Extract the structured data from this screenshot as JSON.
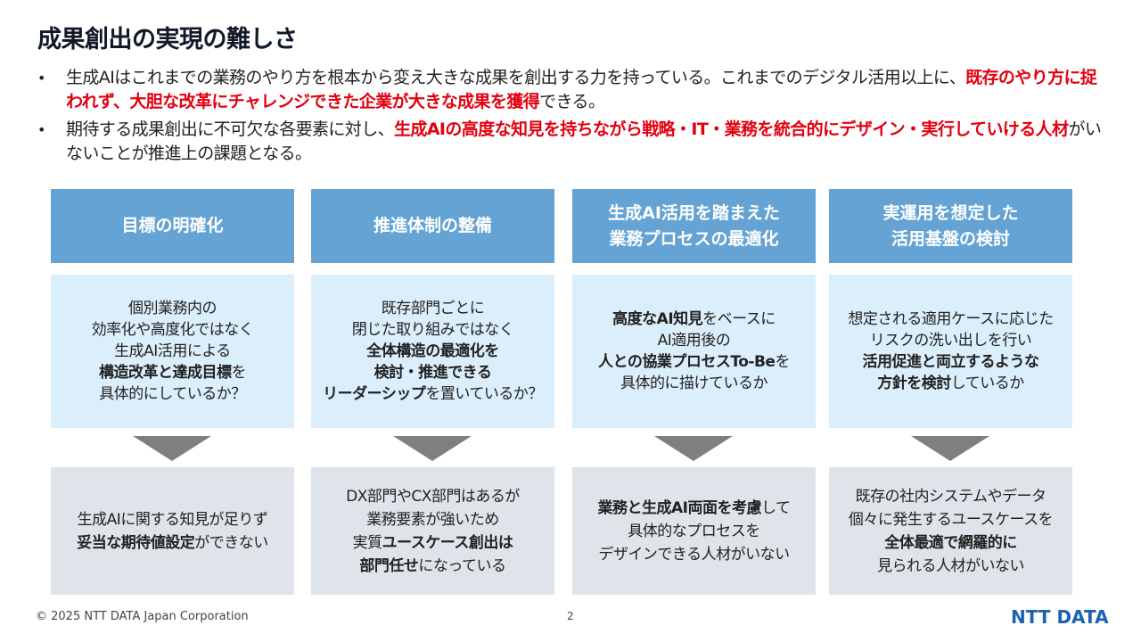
{
  "title": "成果創出の実現の難しさ",
  "bullets": [
    {
      "segments": [
        {
          "text": "生成AIはこれまでの業務のやり方を根本から変え大きな成果を創出する力を持っている。これまでのデジタル活用以上に、",
          "style": "normal"
        },
        {
          "text": "既存のやり方に捉われず、大胆な改革にチャレンジできた企業が大きな成果を獲得",
          "style": "red-bold"
        },
        {
          "text": "できる。",
          "style": "normal"
        }
      ]
    },
    {
      "segments": [
        {
          "text": "期待する成果創出に不可欠な各要素に対し、",
          "style": "normal"
        },
        {
          "text": "生成AIの高度な知見を持ちながら戦略・IT・業務を統合的にデザイン・実行していける人材",
          "style": "red-bold"
        },
        {
          "text": "がいないことが推進上の課題となる。",
          "style": "normal"
        }
      ]
    }
  ],
  "columns": [
    {
      "header": "目標の明確化",
      "question": [
        [
          {
            "t": "個別業務内の",
            "b": false
          }
        ],
        [
          {
            "t": "効率化や高度化ではなく",
            "b": false
          }
        ],
        [
          {
            "t": "生成AI活用による",
            "b": false
          }
        ],
        [
          {
            "t": "構造改革と達成目標",
            "b": true
          },
          {
            "t": "を",
            "b": false
          }
        ],
        [
          {
            "t": "具体的にしているか？",
            "b": false
          }
        ]
      ],
      "problem": [
        [
          {
            "t": "生成AIに関する知見が足りず",
            "b": false
          }
        ],
        [
          {
            "t": "妥当な期待値設定",
            "b": true
          },
          {
            "t": "ができない",
            "b": false
          }
        ]
      ]
    },
    {
      "header": "推進体制の整備",
      "question": [
        [
          {
            "t": "既存部門ごとに",
            "b": false
          }
        ],
        [
          {
            "t": "閉じた取り組みではなく",
            "b": false
          }
        ],
        [
          {
            "t": "全体構造の最適化を",
            "b": true
          }
        ],
        [
          {
            "t": "検討・推進できる",
            "b": true
          }
        ],
        [
          {
            "t": "リーダーシップ",
            "b": true
          },
          {
            "t": "を置いているか？",
            "b": false
          }
        ]
      ],
      "problem": [
        [
          {
            "t": "DX部門やCX部門はあるが",
            "b": false
          }
        ],
        [
          {
            "t": "業務要素が強いため",
            "b": false
          }
        ],
        [
          {
            "t": "実質",
            "b": false
          },
          {
            "t": "ユースケース創出は",
            "b": true
          }
        ],
        [
          {
            "t": "部門任せ",
            "b": true
          },
          {
            "t": "になっている",
            "b": false
          }
        ]
      ]
    },
    {
      "header": "生成AI活用を踏まえた\n業務プロセスの最適化",
      "question": [
        [
          {
            "t": "高度なAI知見",
            "b": true
          },
          {
            "t": "をベースに",
            "b": false
          }
        ],
        [
          {
            "t": "AI適用後の",
            "b": false
          }
        ],
        [
          {
            "t": "人との協業プロセスTo-Be",
            "b": true
          },
          {
            "t": "を",
            "b": false
          }
        ],
        [
          {
            "t": "具体的に描けているか",
            "b": false
          }
        ]
      ],
      "problem": [
        [
          {
            "t": "業務と生成AI両面を考慮",
            "b": true
          },
          {
            "t": "して",
            "b": false
          }
        ],
        [
          {
            "t": "具体的なプロセスを",
            "b": false
          }
        ],
        [
          {
            "t": "デザインできる人材がいない",
            "b": false
          }
        ]
      ]
    },
    {
      "header": "実運用を想定した\n活用基盤の検討",
      "question": [
        [
          {
            "t": "想定される適用ケースに応じた",
            "b": false
          }
        ],
        [
          {
            "t": "リスクの洗い出しを行い",
            "b": false
          }
        ],
        [
          {
            "t": "活用促進と両立するような",
            "b": true
          }
        ],
        [
          {
            "t": "方針を検討",
            "b": true
          },
          {
            "t": "しているか",
            "b": false
          }
        ]
      ],
      "problem": [
        [
          {
            "t": "既存の社内システムやデータ",
            "b": false
          }
        ],
        [
          {
            "t": "個々に発生するユースケースを",
            "b": false
          }
        ],
        [
          {
            "t": "全体最適で網羅的に",
            "b": true
          }
        ],
        [
          {
            "t": "見られる人材がいない",
            "b": false
          }
        ]
      ]
    }
  ],
  "footer": {
    "copyright": "© 2025 NTT DATA Japan Corporation",
    "page_number": "2",
    "logo_text": "NTT DATA"
  },
  "colors": {
    "header_bg": "#64a3d4",
    "question_bg": "#dbeefb",
    "problem_bg": "#dee4ea",
    "arrow": "#7f7f7f",
    "highlight_red": "#e3000f",
    "logo_blue": "#1a63b0"
  }
}
